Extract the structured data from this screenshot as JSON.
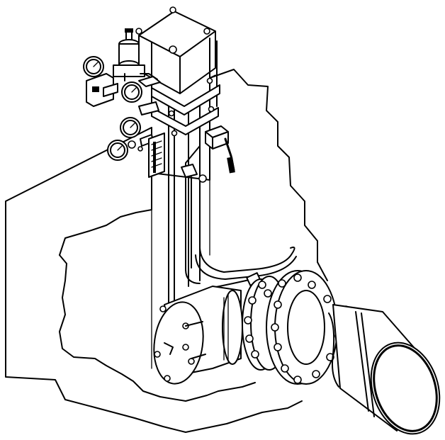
{
  "image": {
    "background": "#ffffff",
    "ink": "#000000",
    "style": "isometric-line-drawing"
  },
  "components": {
    "actuator": {
      "icon": "square-box"
    },
    "gauges": {
      "count": 4,
      "icon": "pressure-gauge-icon"
    },
    "valve_indicator": {
      "icon": "scale-indicator-icon"
    },
    "lever_valve": {
      "icon": "lever-handle-icon"
    },
    "flanges": {
      "count": 2,
      "icon": "bolted-flange-icon"
    },
    "pipe": {
      "icon": "pipe-outlet-icon"
    },
    "cover_plate": {
      "icon": "oval-cover-icon"
    }
  }
}
